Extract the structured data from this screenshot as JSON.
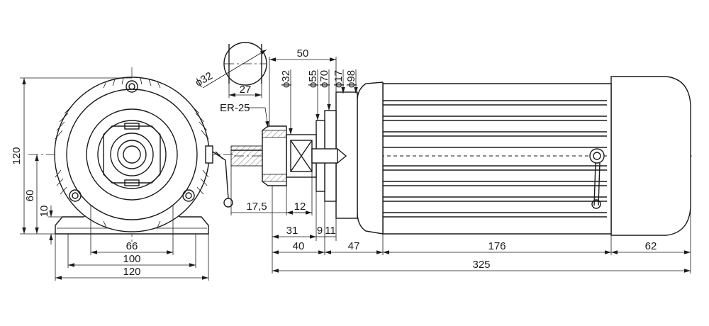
{
  "callout": {
    "collet": "ER-25"
  },
  "side_view": {
    "width_label": "50",
    "diameters": [
      "ϕ32",
      "ϕ55",
      "ϕ70",
      "ϕ17",
      "ϕ98"
    ],
    "shaft_offset": "17,5",
    "bottom_small": [
      "12",
      "31",
      "9",
      "11"
    ],
    "segments": [
      "40",
      "47",
      "176",
      "62"
    ],
    "total": "325"
  },
  "nut_detail": {
    "diameter": "ϕ32",
    "flats": "27"
  },
  "front_view": {
    "height_total": "120",
    "height_axis": "60",
    "base_thickness": "10",
    "holes_spacing": "66",
    "feet_width": "100",
    "base_width": "120"
  }
}
